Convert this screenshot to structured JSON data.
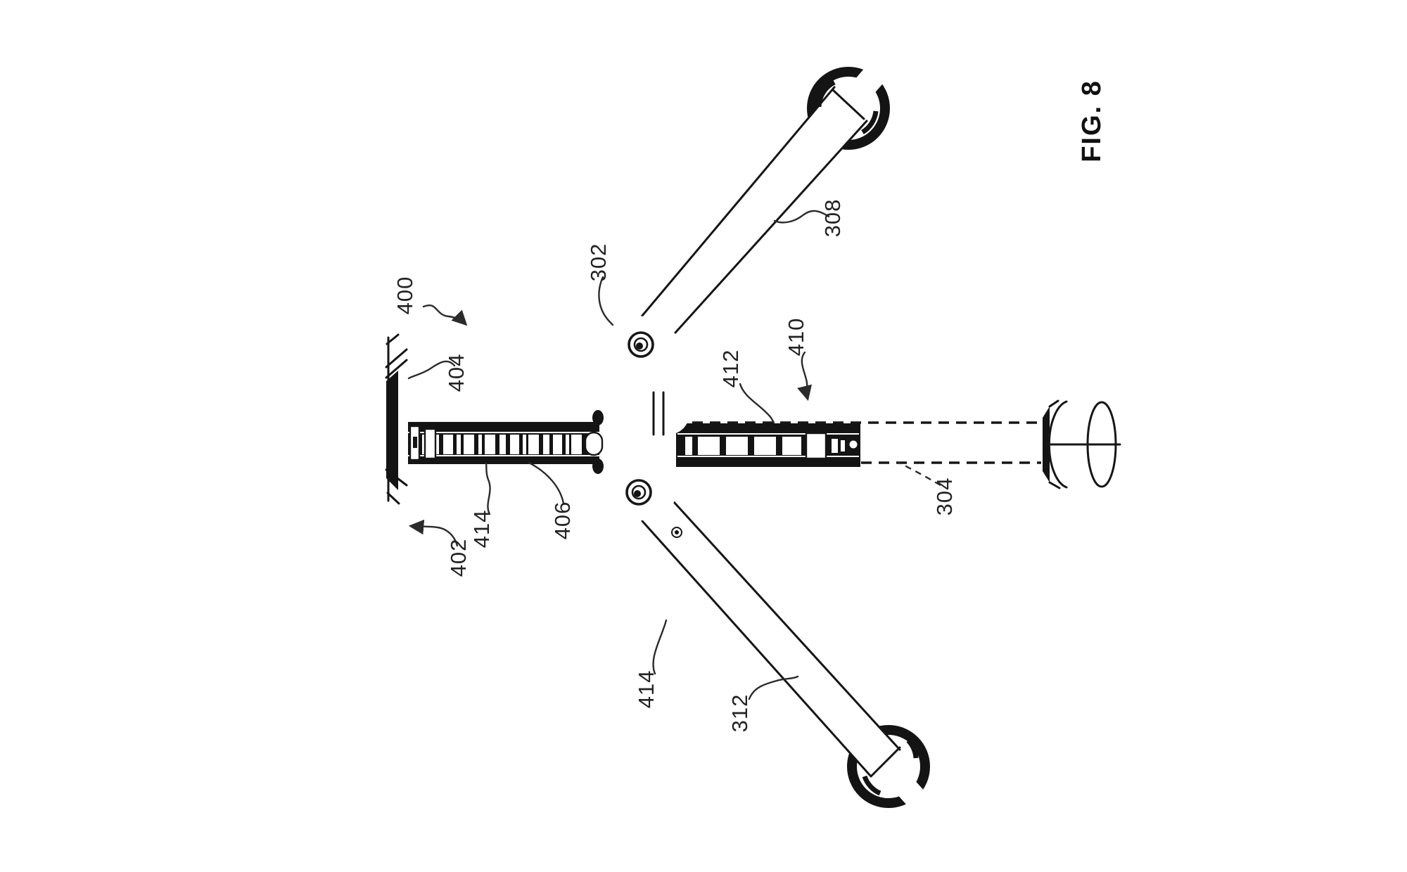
{
  "figure": {
    "caption": "FIG. 8"
  },
  "reference_numerals": {
    "r400": "400",
    "r402": "402",
    "r404": "404",
    "r406": "406",
    "r414_left": "414",
    "r414_lower": "414",
    "r302": "302",
    "r304": "304",
    "r308": "308",
    "r312": "312",
    "r410": "410",
    "r412": "412"
  },
  "colors": {
    "ink": "#161616",
    "background": "#ffffff"
  }
}
